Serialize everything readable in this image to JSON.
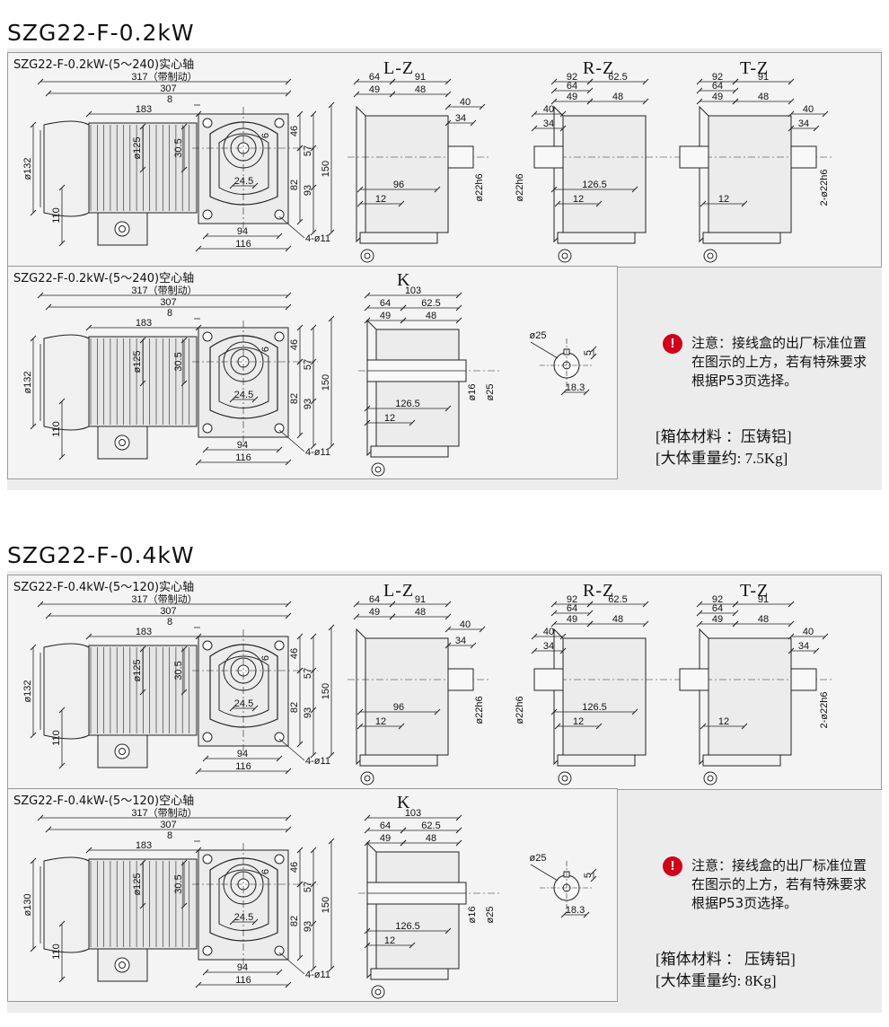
{
  "sections": [
    {
      "title": "SZG22-F-0.2kW",
      "solid_label": "SZG22-F-0.2kW-(5～240)实心轴",
      "hollow_label": "SZG22-F-0.2kW-(5～240)空心轴",
      "views": {
        "lz": "L-Z",
        "rz": "R-Z",
        "tz": "T-Z",
        "k": "K"
      },
      "motor": {
        "d317": "317（带制动）",
        "d307": "307",
        "d8": "8",
        "d183": "183",
        "d132": "ø132",
        "d110": "110",
        "d125": "ø125",
        "d30_5": "30.5",
        "d24_5": "24.5",
        "d6": "6",
        "d46": "46",
        "d57": "57",
        "d82": "82",
        "d93": "93",
        "d150": "150",
        "d94": "94",
        "d116": "116",
        "d4x11": "4-ø11"
      },
      "hollow_motor": {
        "d132": "ø132"
      },
      "lz": {
        "d64": "64",
        "d91": "91",
        "d49": "49",
        "d48": "48",
        "d40": "40",
        "d34": "34",
        "d96": "96",
        "d12": "12",
        "d22": "ø22h6"
      },
      "rz": {
        "d92": "92",
        "d62_5": "62.5",
        "d64": "64",
        "d49": "49",
        "d48": "48",
        "d40": "40",
        "d34": "34",
        "d126_5": "126.5",
        "d12": "12",
        "d22": "ø22h6"
      },
      "tz": {
        "d92": "92",
        "d91": "91",
        "d64": "64",
        "d49": "49",
        "d48": "48",
        "d40": "40",
        "d34": "34",
        "d12": "12",
        "d22": "2-ø22h6"
      },
      "k": {
        "d103": "103",
        "d64": "64",
        "d62_5": "62.5",
        "d49": "49",
        "d48": "48",
        "d126_5": "126.5",
        "d12": "12",
        "d16": "ø16",
        "d25": "ø25"
      },
      "keyway": {
        "d25": "ø25",
        "d5": "5",
        "d18_3": "18.3"
      },
      "note": "注意：接线盒的出厂标准位置在图示的上方，若有特殊要求根据P53页选择。",
      "note_icon": "!",
      "spec1": "[箱体材料 ：压铸铝]",
      "spec2": "[大体重量约: 7.5Kg]"
    },
    {
      "title": "SZG22-F-0.4kW",
      "solid_label": "SZG22-F-0.4kW-(5～120)实心轴",
      "hollow_label": "SZG22-F-0.4kW-(5～120)空心轴",
      "views": {
        "lz": "L-Z",
        "rz": "R-Z",
        "tz": "T-Z",
        "k": "K"
      },
      "motor": {
        "d317": "317（带制动）",
        "d307": "307",
        "d8": "8",
        "d183": "183",
        "d132": "ø132",
        "d110": "110",
        "d125": "ø125",
        "d30_5": "30.5",
        "d24_5": "24.5",
        "d6": "6",
        "d46": "46",
        "d57": "57",
        "d82": "82",
        "d93": "93",
        "d150": "150",
        "d94": "94",
        "d116": "116",
        "d4x11": "4-ø11"
      },
      "hollow_motor": {
        "d132": "ø130"
      },
      "lz": {
        "d64": "64",
        "d91": "91",
        "d49": "49",
        "d48": "48",
        "d40": "40",
        "d34": "34",
        "d96": "96",
        "d12": "12",
        "d22": "ø22h6"
      },
      "rz": {
        "d92": "92",
        "d62_5": "62.5",
        "d64": "64",
        "d49": "49",
        "d48": "48",
        "d40": "40",
        "d34": "34",
        "d126_5": "126.5",
        "d12": "12",
        "d22": "ø22h6"
      },
      "tz": {
        "d92": "92",
        "d91": "91",
        "d64": "64",
        "d49": "49",
        "d48": "48",
        "d40": "40",
        "d34": "34",
        "d12": "12",
        "d22": "2-ø22h6"
      },
      "k": {
        "d103": "103",
        "d64": "64",
        "d62_5": "62.5",
        "d49": "49",
        "d48": "48",
        "d126_5": "126.5",
        "d12": "12",
        "d16": "ø16",
        "d25": "ø25"
      },
      "keyway": {
        "d25": "ø25",
        "d5": "5",
        "d18_3": "18.3"
      },
      "note": "注意：接线盒的出厂标准位置在图示的上方，若有特殊要求根据P53页选择。",
      "note_icon": "!",
      "spec1": "[箱体材料 ：   压铸铝]",
      "spec2": "[大体重量约:    8Kg]"
    }
  ]
}
